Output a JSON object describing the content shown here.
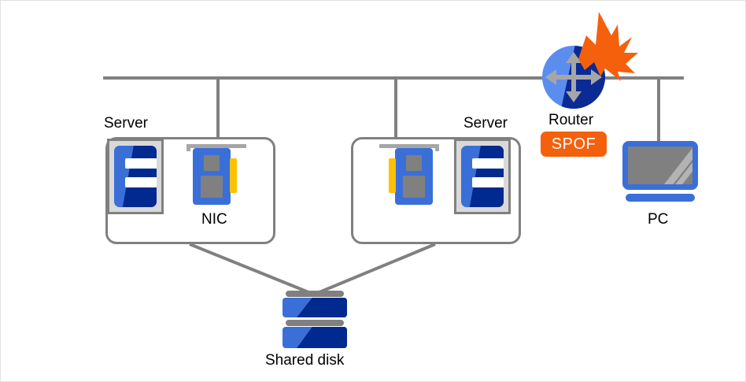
{
  "diagram": {
    "title": "Network cluster diagram with single point of failure",
    "colors": {
      "wire": "#808080",
      "blue": "#3a6fd8",
      "dark_blue": "#002a8f",
      "router_light": "#5b8def",
      "router_dark": "#0b2a94",
      "orange": "#f4600c",
      "yellow": "#ffc000",
      "gray": "#808080",
      "box_border": "#808080",
      "canvas_border": "#e2e2e2",
      "background": "#ffffff"
    },
    "nodes": {
      "server_left": {
        "label": "Server",
        "nic_label": "NIC",
        "nic_icon": "network-card-icon",
        "tower_icon": "server-tower-icon"
      },
      "server_right": {
        "label": "Server",
        "nic_icon": "network-card-icon",
        "tower_icon": "server-tower-icon"
      },
      "router": {
        "label": "Router",
        "icon": "router-icon",
        "badge": "SPOF",
        "failure_icon": "lightning-burst-icon"
      },
      "pc": {
        "label": "PC",
        "icon": "monitor-icon"
      },
      "shared_disk": {
        "label": "Shared disk",
        "icon": "disk-stack-icon"
      }
    },
    "links": {
      "bus_label": "",
      "left_server_drop": "",
      "right_server_drop": "",
      "pc_drop": ""
    }
  }
}
